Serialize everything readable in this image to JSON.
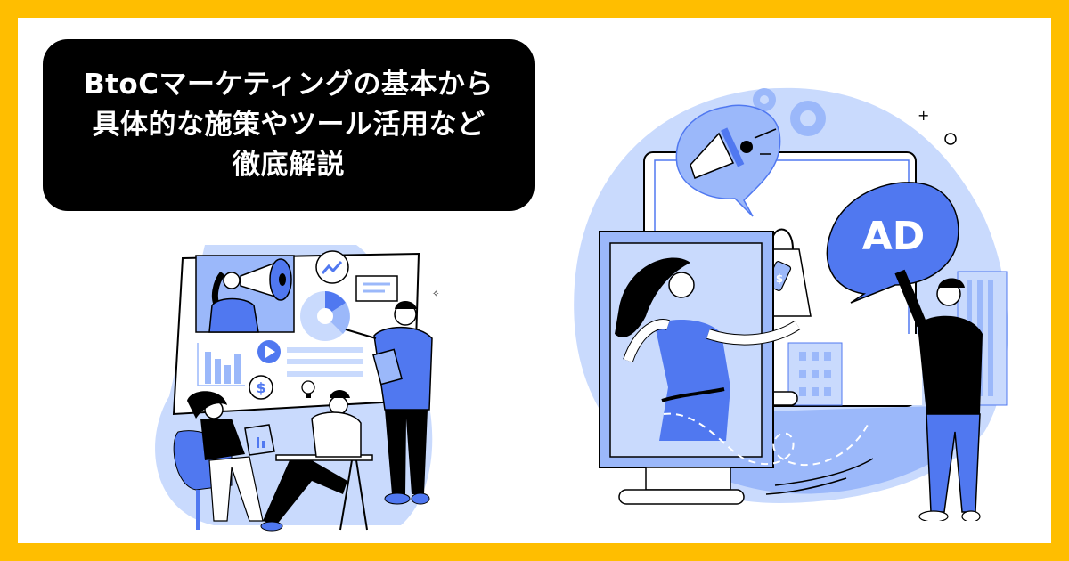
{
  "banner": {
    "title_lines": [
      "BtoCマーケティングの基本から",
      "具体的な施策やツール活用など",
      "徹底解説"
    ]
  },
  "colors": {
    "border": "#FFBE00",
    "background": "#FFFFFF",
    "title_box": "#000000",
    "title_text": "#FFFFFF",
    "accent_blue": "#5078F0",
    "mid_blue": "#9BB8FA",
    "light_blue": "#C9DAFD"
  },
  "illustration_left": {
    "description": "team meeting around dashboard board",
    "icons": [
      "megaphone-icon",
      "trend-up-icon",
      "chat-bubble-icon",
      "donut-chart-icon",
      "play-icon",
      "bar-chart-icon",
      "dollar-icon",
      "lightbulb-icon",
      "laptop-icon",
      "clipboard-icon"
    ]
  },
  "illustration_right": {
    "ad_bubble_text": "AD",
    "tag_symbol": "$",
    "icons": [
      "gear-icon",
      "megaphone-icon",
      "shopping-bag-icon",
      "price-tag-icon",
      "monitor-icon",
      "sparkle-icon",
      "circle-icon",
      "building-icon"
    ]
  }
}
